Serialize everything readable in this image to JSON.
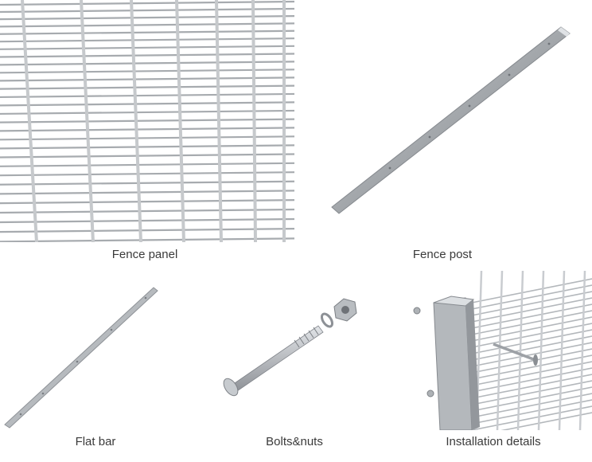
{
  "items": [
    {
      "caption": "Fence panel",
      "image": "fence-panel-mesh"
    },
    {
      "caption": "Fence post",
      "image": "fence-post"
    },
    {
      "caption": "Flat bar",
      "image": "flat-bar"
    },
    {
      "caption": "Bolts&nuts",
      "image": "bolt-and-nut"
    },
    {
      "caption": "Installation details",
      "image": "installation-detail"
    }
  ],
  "colors": {
    "background": "#ffffff",
    "metal_light": "#d7dadd",
    "metal_mid": "#a9adb1",
    "metal_dark": "#7d8186",
    "caption_text": "#3a3a3a"
  }
}
